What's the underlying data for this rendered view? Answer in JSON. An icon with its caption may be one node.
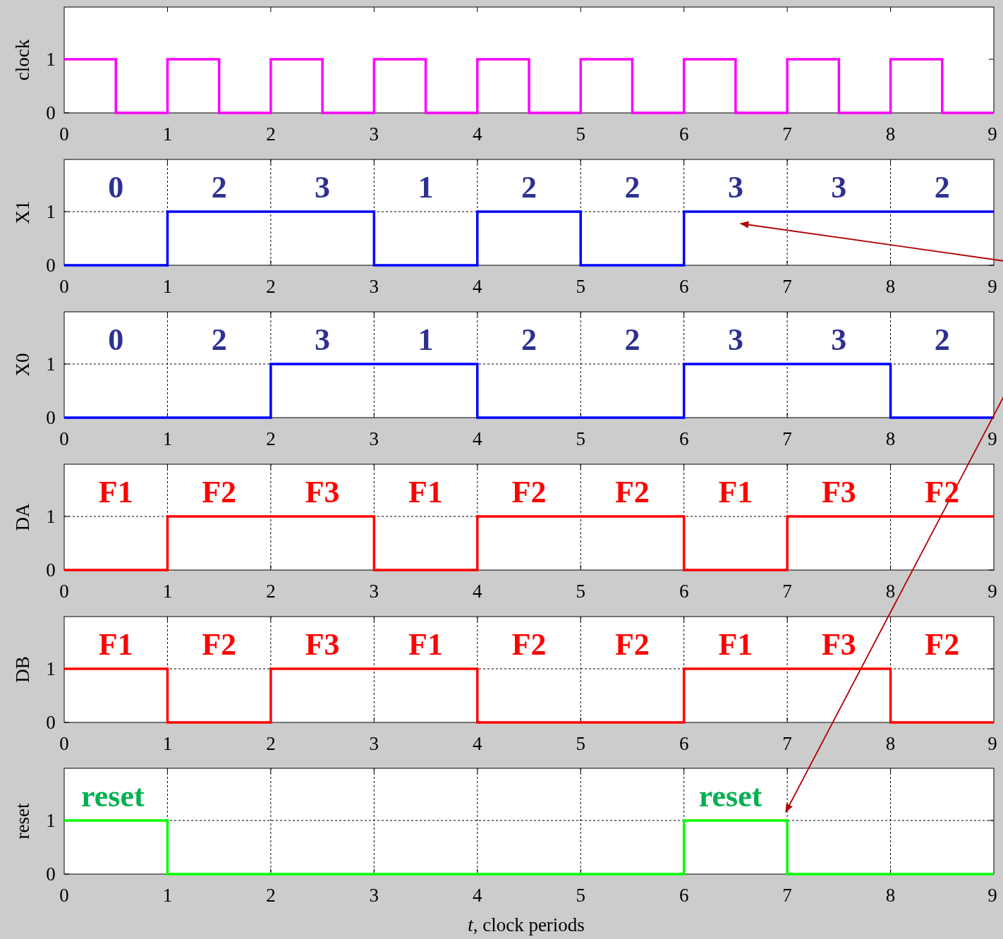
{
  "diagram": {
    "nodes": [
      {
        "text": [],
        "shape": "line"
      },
      {
        "text": [],
        "shape": "line"
      }
    ],
    "edges": [
      {
        "from": null,
        "to": 0,
        "arrow": "to"
      },
      {
        "from": null,
        "to": 1,
        "arrow": "to"
      }
    ],
    "labels": [
      "clock",
      "1",
      "0",
      "0",
      "1",
      "2",
      "3",
      "4",
      "5",
      "6",
      "7",
      "8",
      "9",
      "X1",
      "0",
      "2",
      "3",
      "1",
      "2",
      "2",
      "3",
      "3",
      "2",
      "1",
      "0",
      "0",
      "1",
      "2",
      "3",
      "4",
      "5",
      "6",
      "7",
      "8",
      "9",
      "X0",
      "0",
      "2",
      "3",
      "1",
      "2",
      "2",
      "3",
      "3",
      "2",
      "1",
      "0",
      "0",
      "1",
      "2",
      "3",
      "4",
      "5",
      "6",
      "7",
      "8",
      "9",
      "DA",
      "F1",
      "F2",
      "F3",
      "F1",
      "F2",
      "F2",
      "F1",
      "F3",
      "F2",
      "1",
      "0",
      "0",
      "1",
      "2",
      "3",
      "4",
      "5",
      "6",
      "7",
      "8",
      "9",
      "DB",
      "F1",
      "F2",
      "F3",
      "F1",
      "F2",
      "F2",
      "F1",
      "F3",
      "F2",
      "1",
      "0",
      "0",
      "1",
      "2",
      "3",
      "4",
      "5",
      "6",
      "7",
      "8",
      "9",
      "reset",
      "reset",
      "reset",
      "1",
      "0",
      "0",
      "1",
      "2",
      "3",
      "4",
      "5",
      "6",
      "7",
      "8",
      "9",
      "*t*,  clock periods"
    ]
  }
}
